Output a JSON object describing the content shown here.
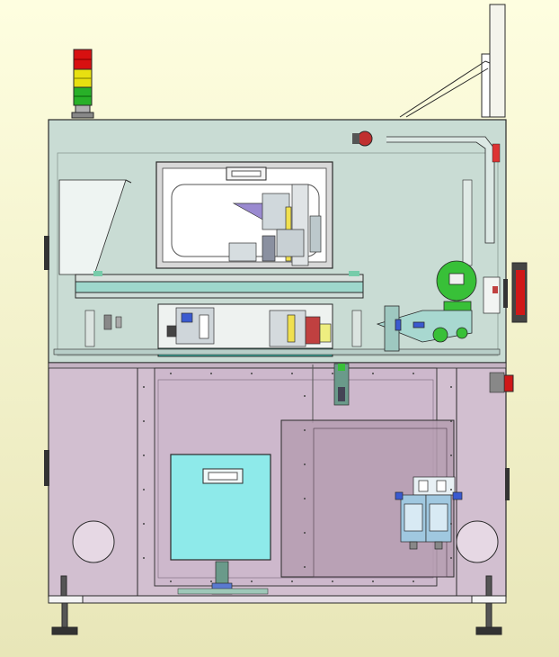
{
  "colors": {
    "background_top": "#fefee0",
    "background_bottom": "#e8e6b8",
    "upper_cabinet": "#c9dcd4",
    "lower_cabinet": "#d2bfd0",
    "lower_cabinet_inner": "#cdb8cc",
    "outline": "#2a2a2a",
    "viewport_glass": "#ffffff",
    "drawer_panel": "#8eeaea",
    "teal_strip": "#9ed8cc",
    "belt_strip": "#3db8a8",
    "tinted_panel": "#b59cb0",
    "signal_red": "#d81010",
    "signal_yellow": "#e8e010",
    "signal_green": "#28b028",
    "labeler_green": "#38c038",
    "estop_red": "#d01818",
    "frl_blue": "#a0c8e0"
  },
  "components": {
    "signal_tower": {
      "lamps": [
        "signal-red",
        "signal-yellow",
        "signal-green"
      ]
    },
    "upper_cabinet": {
      "viewport_window": true,
      "door_handle": true
    },
    "labeler": {
      "reel": true,
      "arm": true
    },
    "lower_cabinet": {
      "access_drawer": true,
      "pneumatic_filter_unit": true,
      "vent_fans": 2
    },
    "leveling_feet": 2,
    "estop_buttons": 2,
    "side_handles": 4
  }
}
